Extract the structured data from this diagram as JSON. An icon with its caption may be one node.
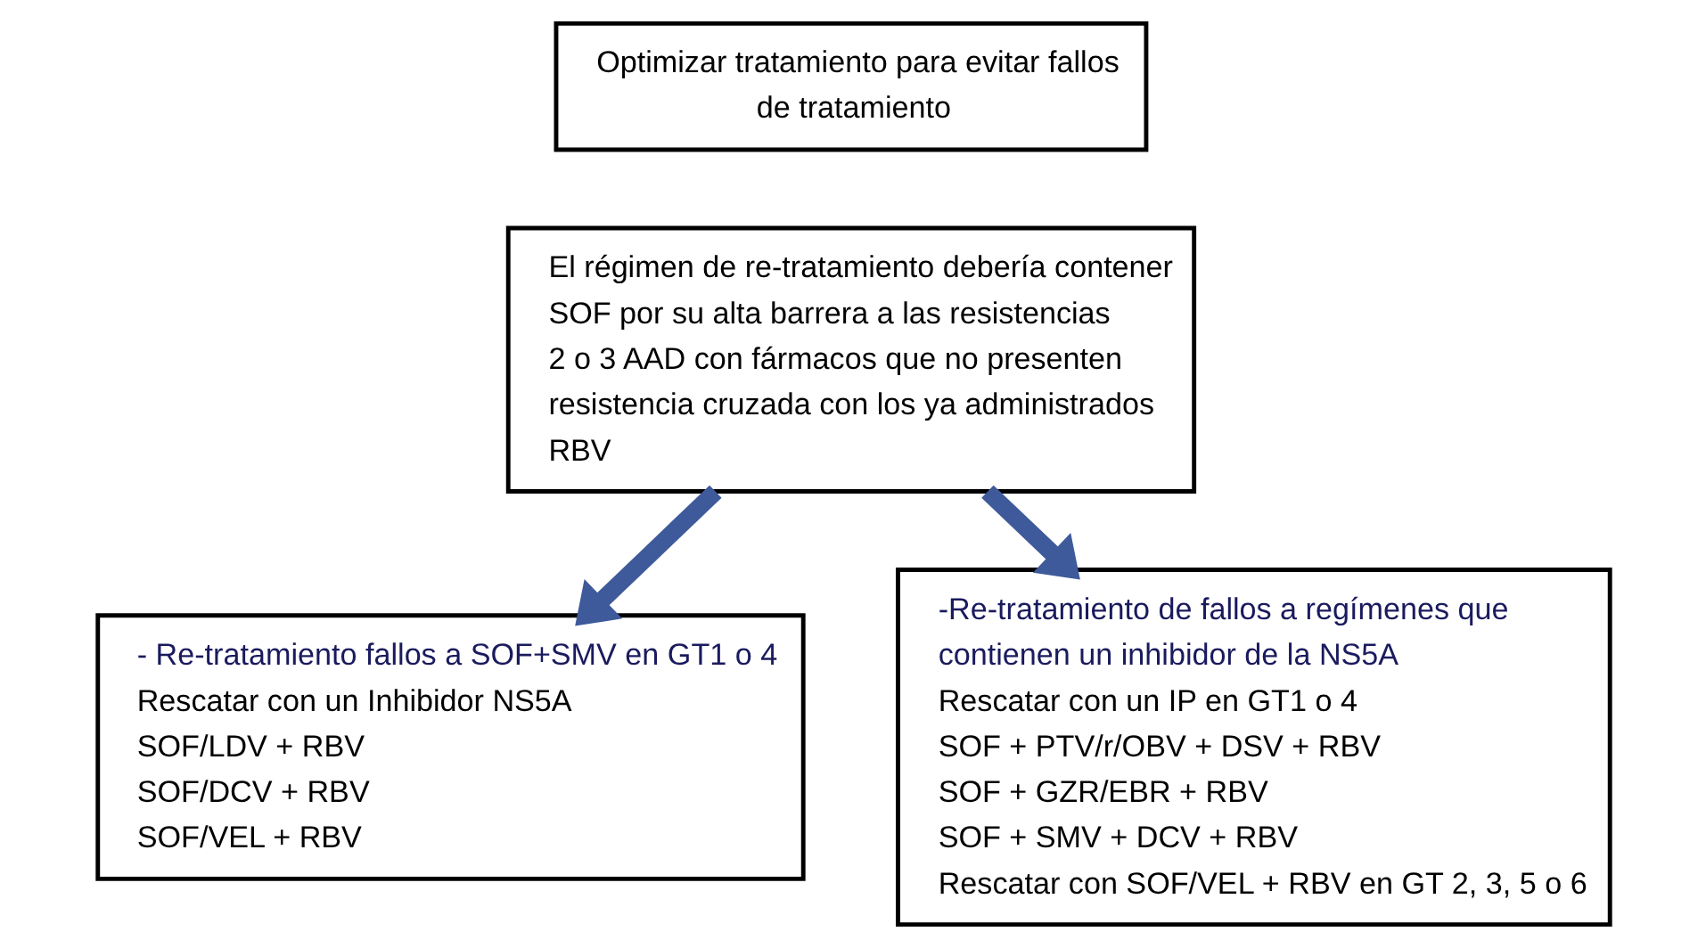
{
  "diagram": {
    "nodes": [
      {
        "text": [
          "Optimizar tratamiento para evitar fallos de tratamiento"
        ]
      },
      {
        "text": [
          "El régimen de re-tratamiento debería contener",
          "SOF por su alta barrera a las resistencias",
          "2 o 3 AAD con fármacos que no presenten resistencia cruzada con los ya administrados",
          "RBV"
        ]
      },
      {
        "text": [
          "- Re-tratamiento fallos a SOF+SMV en GT1 o 4",
          "Rescatar con un Inhibidor NS5A",
          "SOF/LDV + RBV",
          "SOF/DCV + RBV",
          "SOF/VEL + RBV"
        ]
      },
      {
        "text": [
          "-Re-tratamiento de fallos a regímenes que contienen un inhibidor de la NS5A",
          "Rescatar con un IP en GT1 o 4",
          "SOF + PTV/r/OBV + DSV + RBV",
          "SOF + GZR/EBR + RBV",
          "SOF + SMV + DCV + RBV",
          "Rescatar con SOF/VEL + RBV en GT 2, 3, 5 o 6"
        ]
      }
    ],
    "edges": [
      {
        "from": 1,
        "to": 2,
        "arrow": "to"
      },
      {
        "from": 1,
        "to": 3,
        "arrow": "to"
      }
    ]
  }
}
